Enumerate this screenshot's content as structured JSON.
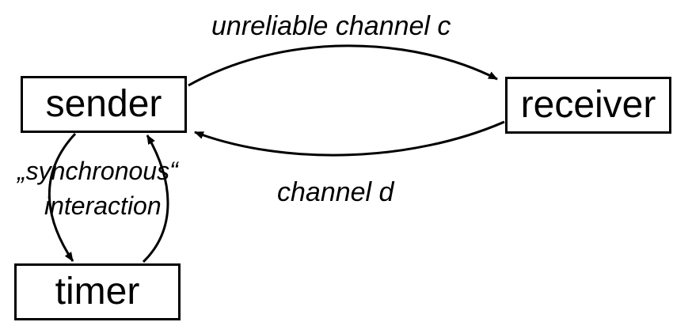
{
  "nodes": {
    "sender": "sender",
    "receiver": "receiver",
    "timer": "timer"
  },
  "edges": {
    "sender_to_receiver": "unreliable channel c",
    "receiver_to_sender": "channel d",
    "sender_timer_line1": "„synchronous“",
    "sender_timer_line2": "interaction"
  }
}
